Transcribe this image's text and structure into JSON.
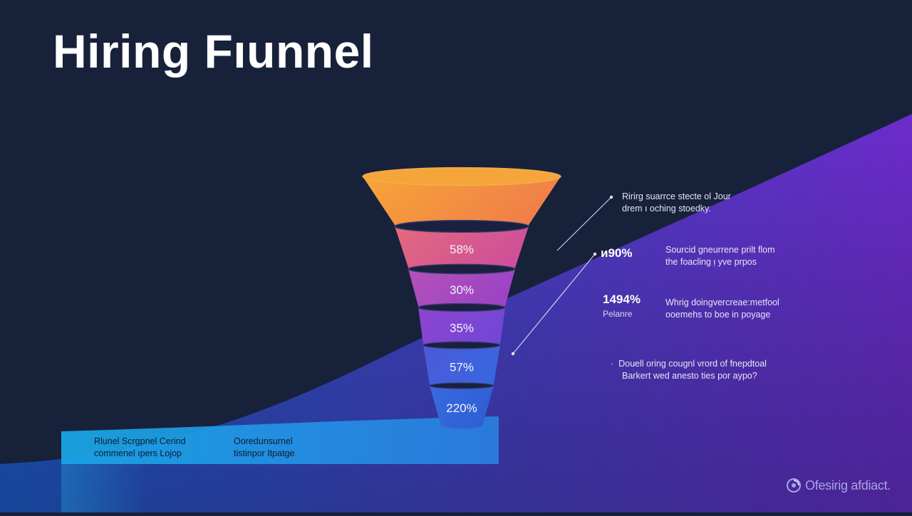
{
  "title": "Hiring Fıunnel",
  "funnel": [
    {
      "label": "",
      "color_top": "#f7a637",
      "color_bottom": "#f07d4a"
    },
    {
      "label": "58%",
      "color_top": "#e46a7c",
      "color_bottom": "#cf4f9a"
    },
    {
      "label": "30%",
      "color_top": "#b352b8",
      "color_bottom": "#9c43c5"
    },
    {
      "label": "35%",
      "color_top": "#8d45cf",
      "color_bottom": "#7446d6"
    },
    {
      "label": "57%",
      "color_top": "#4e59d9",
      "color_bottom": "#3866dd"
    },
    {
      "label": "220%",
      "color_top": "#3a6ae0",
      "color_bottom": "#2f5fd5"
    }
  ],
  "annotations": {
    "note_top": [
      "Ririrg suarrce stecte ol Jour",
      "drem ı oching stoedky."
    ],
    "stat1": {
      "value": "ᴎ90%",
      "text": [
        "Sourcid gneurrene prilt flom",
        "the foacling ᴉ yve prpos"
      ]
    },
    "stat2": {
      "value": "1494%",
      "sub": "Pelanre",
      "text": [
        "Whrig doingvercreae:metfool",
        "ooemehs to boe in poyage"
      ]
    },
    "note_bottom": [
      "Douell oring cougnl vrord of fnepdtoal",
      "Barkert wed anesto ties por aypo?"
    ]
  },
  "bottom_notes": [
    [
      "Rlunel Scrgpnel Cerind",
      "commenel ıpers Lojop"
    ],
    [
      "Ooredunsurnel",
      "tistinpor Itpatge"
    ]
  ],
  "logo": {
    "text": "Ofesirig afdiact."
  },
  "colors": {
    "background": "#17213a",
    "gradient_start": "#2a5cd8",
    "gradient_end": "#6f2fcf",
    "accent_cyan": "#1aa6e6",
    "line": "#c9d2ef"
  }
}
